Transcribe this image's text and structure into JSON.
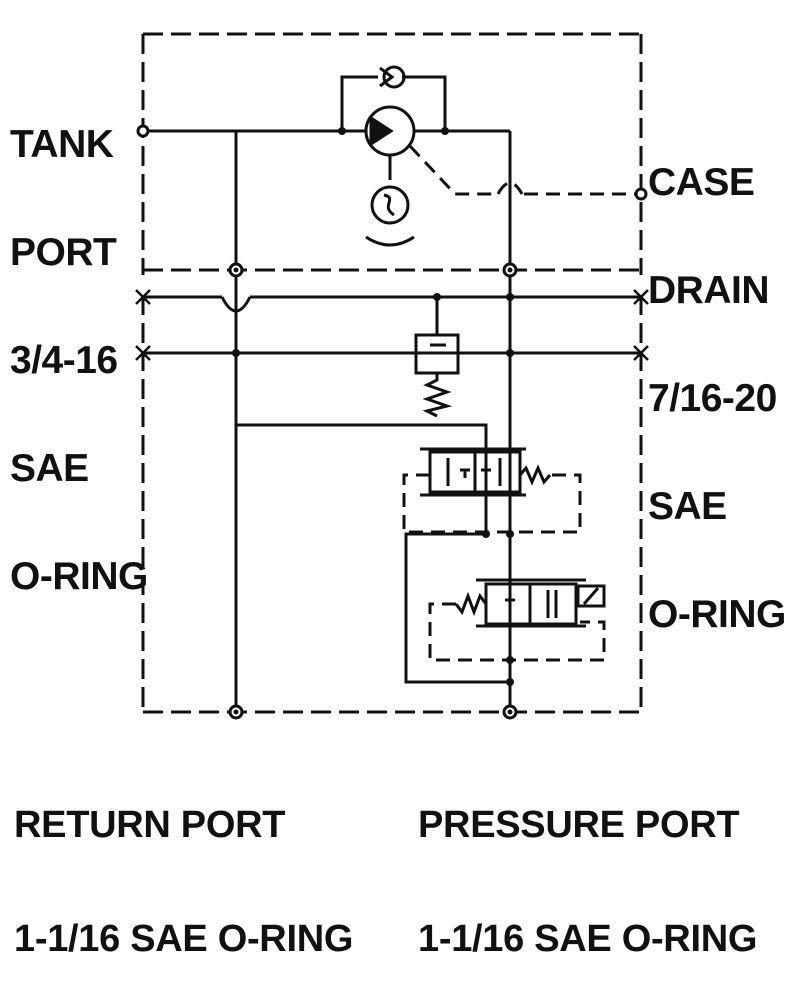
{
  "labels": {
    "tank_port": [
      "TANK",
      "PORT",
      "3/4-16",
      "SAE",
      "O-RING"
    ],
    "case_drain": [
      "CASE",
      "DRAIN",
      "7/16-20",
      "SAE",
      "O-RING"
    ],
    "return_port": [
      "RETURN PORT",
      "1-1/16 SAE O-RING"
    ],
    "pressure_port": [
      "PRESSURE PORT",
      "1-1/16 SAE O-RING"
    ]
  },
  "colors": {
    "ink": "#111111",
    "background": "#ffffff"
  },
  "symbols": [
    "pump-icon",
    "check-valve-icon",
    "motor-icon",
    "relief-valve-icon",
    "directional-valve-icon",
    "solenoid-valve-icon",
    "spring-icon"
  ]
}
